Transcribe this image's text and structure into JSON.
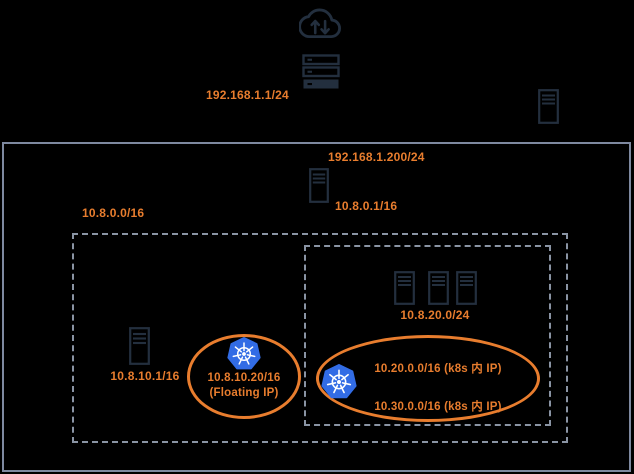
{
  "colors": {
    "background": "#000000",
    "accent_orange": "#E87D2E",
    "icon_navy": "#232F3E",
    "kubernetes_blue": "#326CE5",
    "solid_border_gray": "#7E89A0",
    "dashed_border_gray": "#8A94A4"
  },
  "external": {
    "cloud_icon": "internet-cloud-sync-icon",
    "router_icon": "rack-server-stack-icon",
    "external_host_icon": "tower-server-icon",
    "router_label": "192.168.1.1/24"
  },
  "lan": {
    "wan_ip": "192.168.1.200/24",
    "gateway_ip": "10.8.0.1/16",
    "cidr": "10.8.0.0/16",
    "node_subnet": {
      "node_ip": "10.8.10.1/16",
      "floating_line1": "10.8.10.20/16",
      "floating_line2": "(Floating IP)"
    },
    "cluster_subnet": {
      "nodes_cidr": "10.8.20.0/24",
      "k8s_line1": "10.20.0.0/16 (k8s 内 IP)",
      "k8s_line2": "10.30.0.0/16 (k8s 内 IP)"
    }
  }
}
